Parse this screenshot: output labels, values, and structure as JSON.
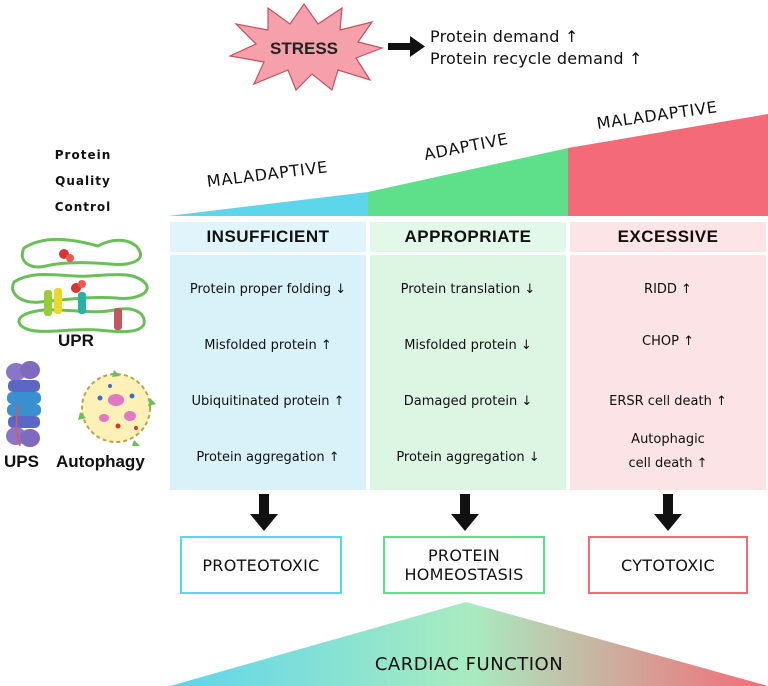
{
  "stress": {
    "label": "STRESS",
    "demands": [
      "Protein demand ↑",
      "Protein recycle demand ↑"
    ]
  },
  "left_panel": {
    "title_lines": [
      "Protein",
      "Quality",
      "Control"
    ],
    "upr_label": "UPR",
    "ups_label": "UPS",
    "autophagy_label": "Autophagy"
  },
  "gradient_labels": {
    "left": "MALADAPTIVE",
    "middle": "ADAPTIVE",
    "right": "MALADAPTIVE"
  },
  "columns": [
    {
      "header": "INSUFFICIENT",
      "items": [
        "Protein proper folding ↓",
        "Misfolded protein ↑",
        "Ubiquitinated protein ↑",
        "Protein aggregation ↑"
      ],
      "outcome": [
        "PROTEOTOXIC"
      ]
    },
    {
      "header": "APPROPRIATE",
      "items": [
        "Protein translation ↓",
        "Misfolded protein ↓",
        "Damaged protein ↓",
        "Protein aggregation ↓"
      ],
      "outcome": [
        "PROTEIN",
        "HOMEOSTASIS"
      ]
    },
    {
      "header": "EXCESSIVE",
      "items": [
        "RIDD ↑",
        "CHOP ↑",
        "ERSR cell death ↑",
        "Autophagic",
        "cell death ↑"
      ],
      "outcome": [
        "CYTOTOXIC"
      ]
    }
  ],
  "bottom": {
    "label": "CARDIAC FUNCTION"
  },
  "colors": {
    "blue": "#5dd5eb",
    "green": "#5ee08a",
    "red": "#f46a78",
    "stress": "#f5a0ab"
  }
}
